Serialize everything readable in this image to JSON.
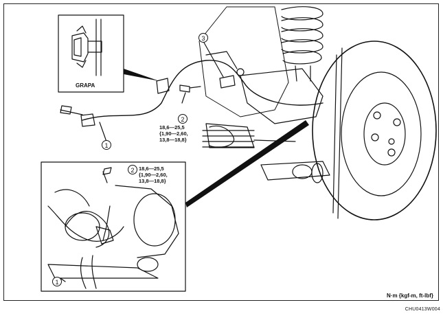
{
  "inset_clip_label": "GRAPA",
  "callouts": {
    "c1_top": "1",
    "c2_top": "2",
    "c3_top": "3",
    "c2_inset": "2",
    "c1_inset": "1"
  },
  "torque_spec": {
    "line1": "18,6—25,5",
    "line2": "{1,90—2,60,",
    "line3": "13,8—18,8}"
  },
  "units_label": "N·m {kgf-m, ft-lbf}",
  "figure_code": "CHU0413W004"
}
